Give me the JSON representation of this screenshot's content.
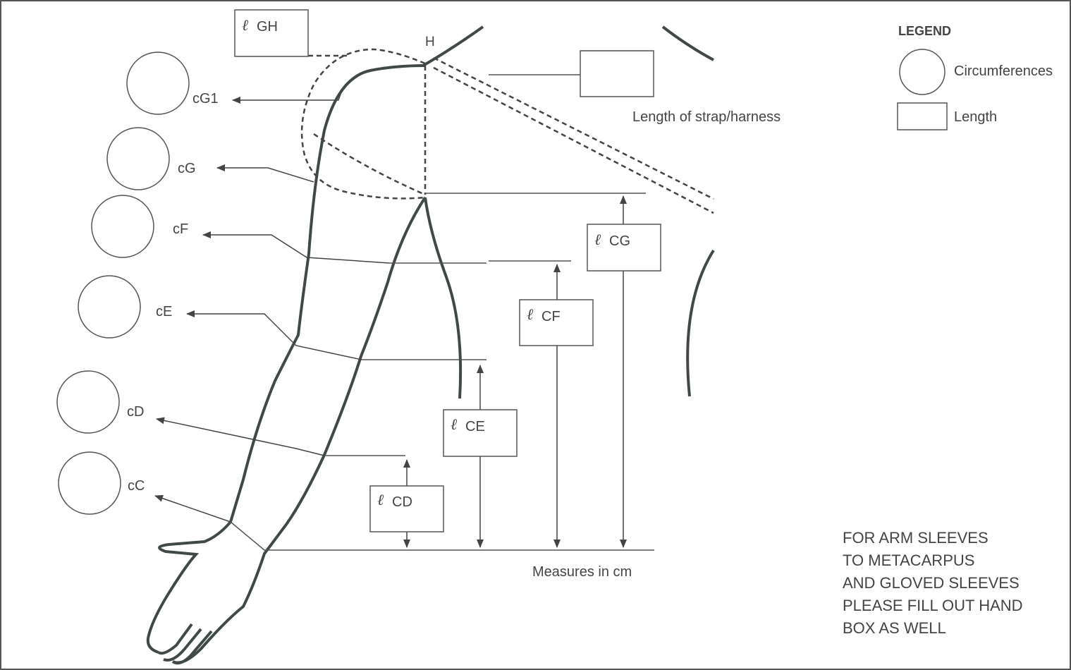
{
  "legend": {
    "title": "LEGEND",
    "circumference_label": "Circumferences",
    "length_label": "Length"
  },
  "point_label_h": "H",
  "length_symbol": "ℓ",
  "circumference_labels": [
    "cG1",
    "cG",
    "cF",
    "cE",
    "cD",
    "cC"
  ],
  "length_boxes": {
    "gh": "GH",
    "cg": "CG",
    "cf": "CF",
    "ce": "CE",
    "cd": "CD"
  },
  "strap_label": "Length of strap/harness",
  "units_label": "Measures in cm",
  "note_lines": [
    "FOR ARM SLEEVES",
    "TO METACARPUS",
    "AND GLOVED SLEEVES",
    "PLEASE FILL OUT HAND",
    "BOX AS WELL"
  ],
  "colors": {
    "arm_outline": "#3f4a44",
    "line": "#555555",
    "text": "#444444"
  }
}
